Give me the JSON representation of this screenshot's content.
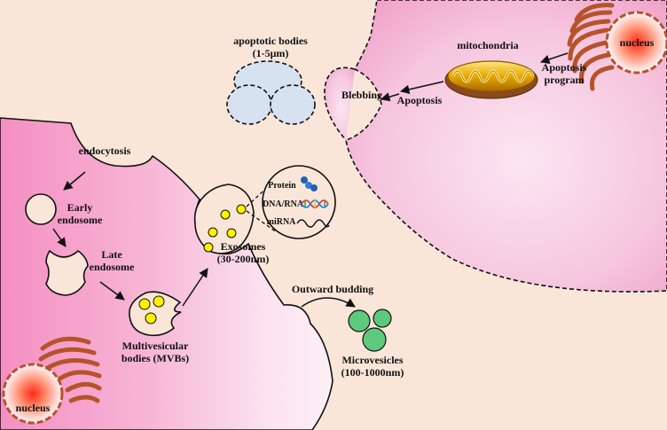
{
  "labels": {
    "apoptotic_bodies": "apoptotic bodies",
    "apoptotic_bodies_size": "(1-5μm)",
    "mitochondria": "mitochondria",
    "nucleus_top": "nucleus",
    "apoptosis_program_1": "Apoptosis",
    "apoptosis_program_2": "program",
    "apoptosis": "Apoptosis",
    "blebbing": "Blebbing",
    "endocytosis": "endocytosis",
    "early_endosome_1": "Early",
    "early_endosome_2": "endosome",
    "late_endosome_1": "Late",
    "late_endosome_2": "endosome",
    "mvb_1": "Multivesicular",
    "mvb_2": "bodies (MVBs)",
    "exosomes_1": "Exosomes",
    "exosomes_2": "(30-200nm)",
    "protein": "Protein",
    "dna_rna": "DNA/RNA",
    "mirna": "miRNA",
    "outward_budding": "Outward budding",
    "microvesicles_1": "Microvesicles",
    "microvesicles_2": "(100-1000nm)",
    "nucleus_bottom": "nucleus"
  },
  "colors": {
    "background": "#fae6d9",
    "cell_pink": "#f5a8d0",
    "apoptotic_body": "#d6e2f0",
    "vesicle_yellow": "#fff200",
    "microvesicle_green": "#5ec87c",
    "organelle_brown": "#b5532a",
    "nucleus_red": "#ff2a1a",
    "mito_gold": "#e0a800"
  }
}
